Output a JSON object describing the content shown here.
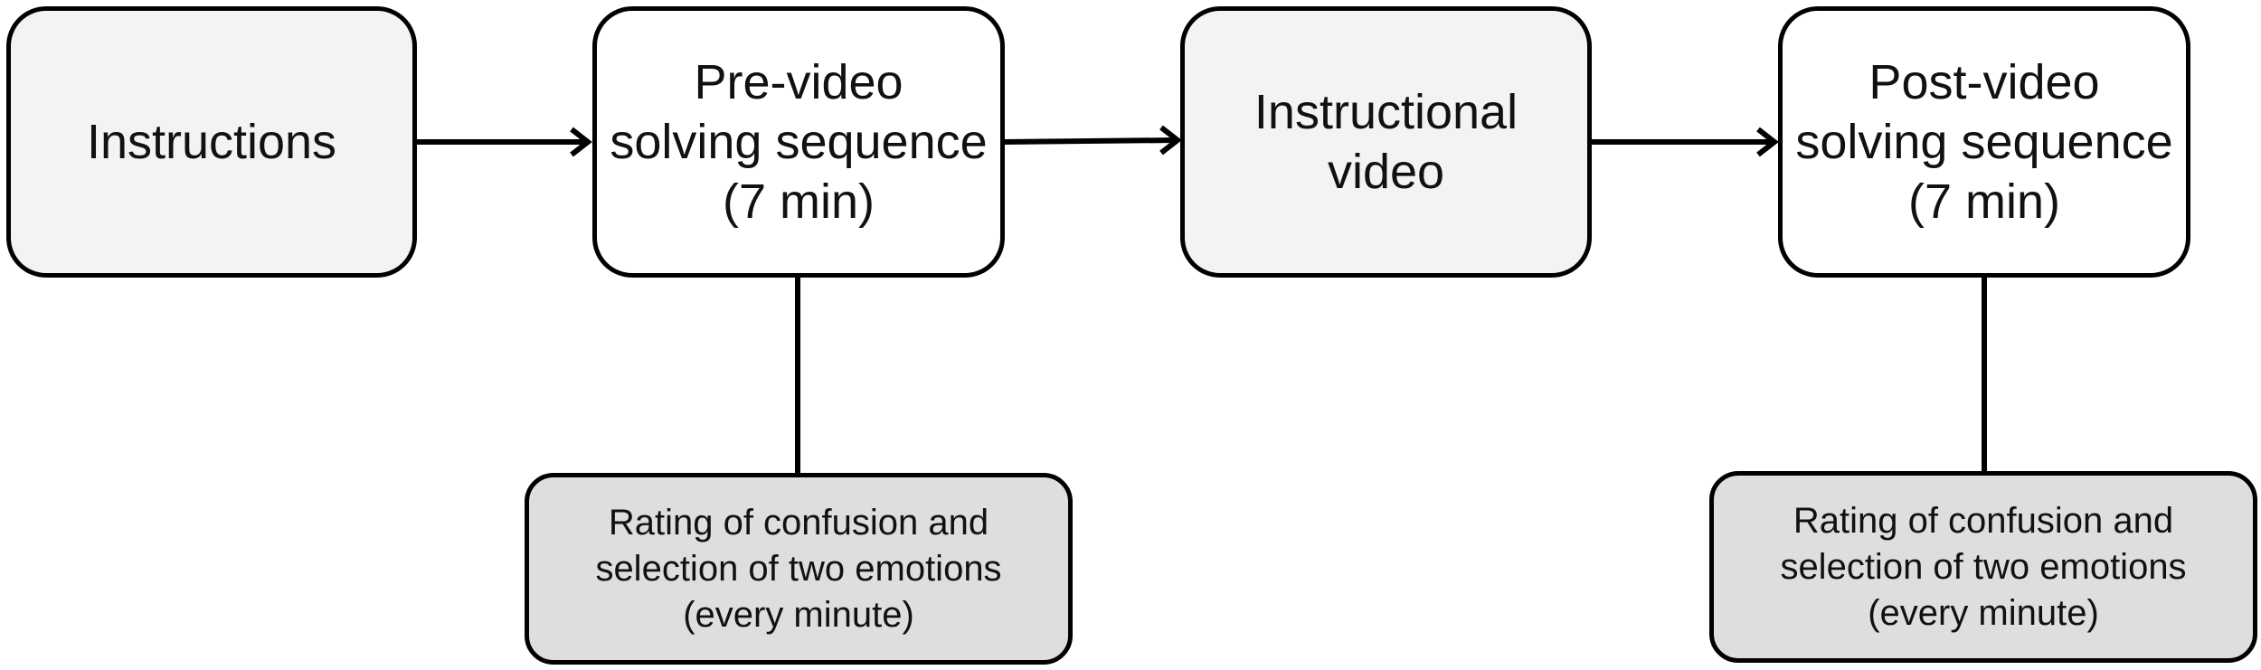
{
  "diagram": {
    "steps": [
      {
        "label": "Instructions"
      },
      {
        "label": "Pre-video\nsolving sequence\n(7 min)"
      },
      {
        "label": "Instructional\nvideo"
      },
      {
        "label": "Post-video\nsolving sequence\n(7 min)"
      }
    ],
    "ratings": [
      {
        "label": "Rating of confusion and\nselection of two emotions\n(every minute)"
      },
      {
        "label": "Rating of confusion and\nselection of two emotions\n(every minute)"
      }
    ],
    "colors": {
      "stroke": "#000000",
      "light_box_fill": "#f3f3f3",
      "white_box_fill": "#ffffff",
      "rating_box_fill": "#dedede"
    }
  }
}
